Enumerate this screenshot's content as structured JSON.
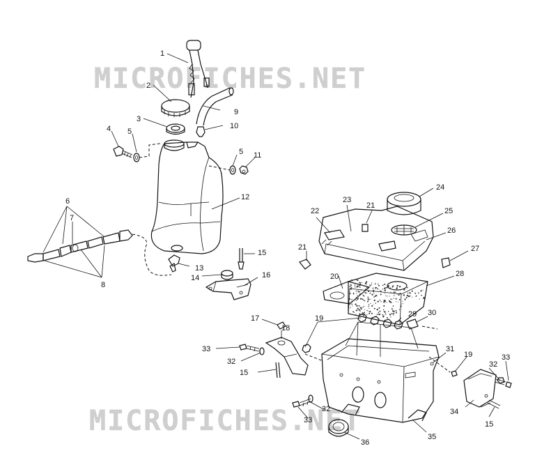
{
  "watermark": {
    "top": "MICROFICHES.NET",
    "bottom": "MICROFICHES.NET"
  },
  "callouts": {
    "c1": "1",
    "c2": "2",
    "c3": "3",
    "c4": "4",
    "c5a": "5",
    "c5b": "5",
    "c6": "6",
    "c7": "7",
    "c8": "8",
    "c9": "9",
    "c10": "10",
    "c11": "11",
    "c12": "12",
    "c13": "13",
    "c14": "14",
    "c15a": "15",
    "c15b": "15",
    "c15c": "15",
    "c16": "16",
    "c17": "17",
    "c18": "18",
    "c19a": "19",
    "c19b": "19",
    "c20": "20",
    "c21a": "21",
    "c21b": "21",
    "c22": "22",
    "c23": "23",
    "c24": "24",
    "c25": "25",
    "c26": "26",
    "c27": "27",
    "c28": "28",
    "c29": "29",
    "c30": "30",
    "c31": "31",
    "c32a": "32",
    "c32b": "32",
    "c32c": "32",
    "c33a": "33",
    "c33b": "33",
    "c33c": "33",
    "c34": "34",
    "c35": "35",
    "c36": "36"
  }
}
